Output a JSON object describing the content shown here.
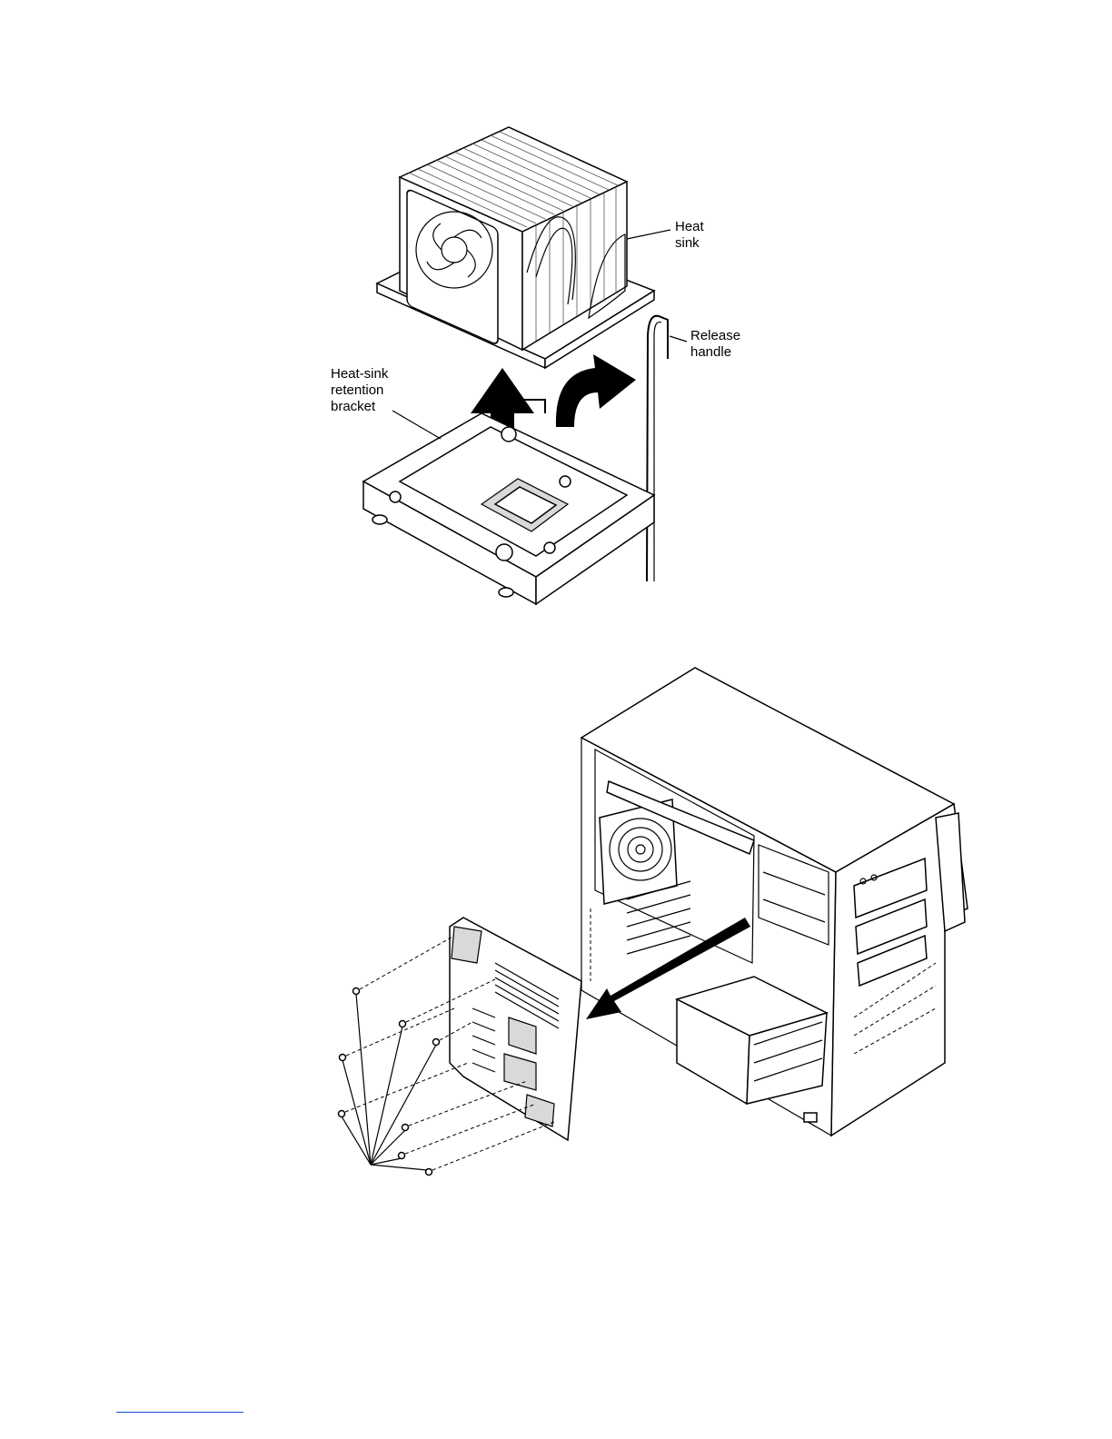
{
  "figure_top": {
    "callouts": {
      "heat_sink": [
        "Heat",
        "sink"
      ],
      "release_handle": [
        "Release",
        "handle"
      ],
      "retention_bracket": [
        "Heat-sink",
        "retention",
        "bracket"
      ]
    }
  },
  "figure_bottom": {},
  "colors": {
    "ink": "#000000",
    "link": "#1a4fd6"
  }
}
